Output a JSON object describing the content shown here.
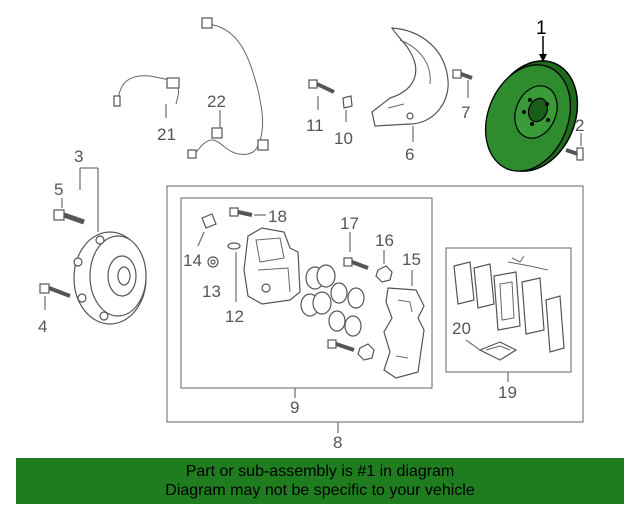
{
  "diagram": {
    "callouts": [
      "1",
      "2",
      "3",
      "4",
      "5",
      "6",
      "7",
      "8",
      "9",
      "10",
      "11",
      "12",
      "13",
      "14",
      "15",
      "16",
      "17",
      "18",
      "19",
      "20",
      "21",
      "22"
    ],
    "highlight_color": "#2e8b2e",
    "banner_color": "#1f7d1f"
  },
  "banner": {
    "line1": "Part or sub-assembly is #1 in diagram",
    "line2": "Diagram may not be specific to your vehicle"
  }
}
